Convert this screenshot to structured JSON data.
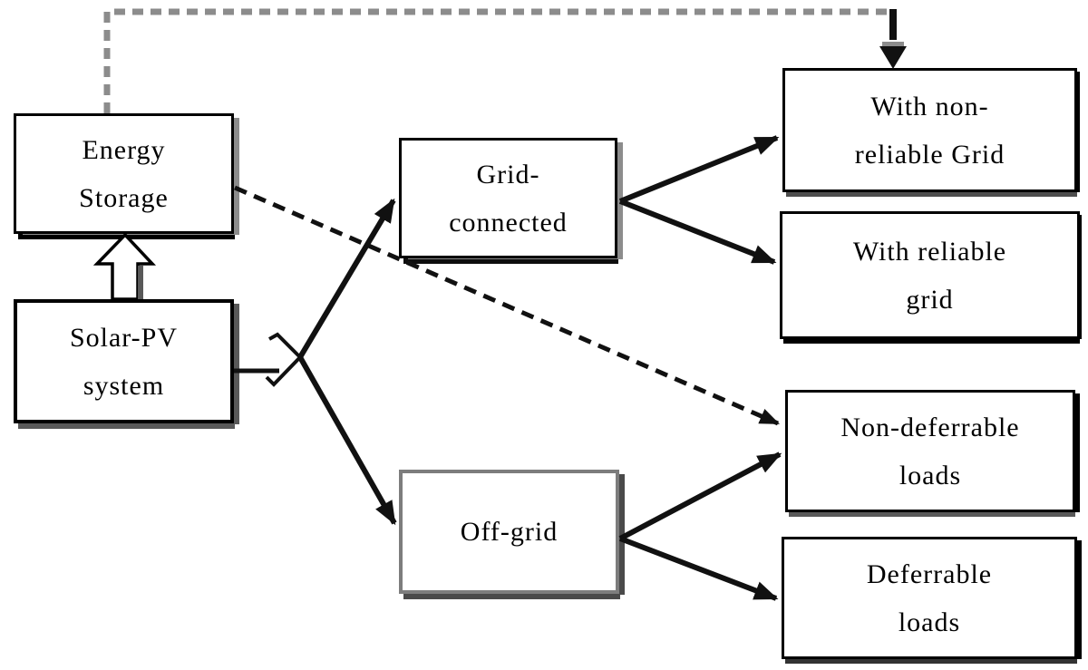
{
  "diagram": {
    "nodes": {
      "energy_storage": "Energy\nStorage",
      "solar_pv": "Solar-PV\nsystem",
      "grid_connected": "Grid-\nconnected",
      "off_grid": "Off-grid",
      "with_non_reliable_grid": "With non-\nreliable Grid",
      "with_reliable_grid": "With reliable\ngrid",
      "non_deferrable_loads": "Non-deferrable\nloads",
      "deferrable_loads": "Deferrable\nloads"
    },
    "edges": [
      {
        "from": "solar_pv",
        "to": "energy_storage",
        "style": "hollow-block-arrow"
      },
      {
        "from": "energy_storage",
        "to": "with_non_reliable_grid",
        "style": "dashed-gray-elbow-over-top"
      },
      {
        "from": "energy_storage",
        "to": "non_deferrable_loads",
        "style": "dashed-black-diagonal"
      },
      {
        "from": "solar_pv",
        "to": "grid_connected",
        "style": "solid-arrow"
      },
      {
        "from": "solar_pv",
        "to": "off_grid",
        "style": "solid-arrow"
      },
      {
        "from": "grid_connected",
        "to": "with_non_reliable_grid",
        "style": "solid-arrow"
      },
      {
        "from": "grid_connected",
        "to": "with_reliable_grid",
        "style": "solid-arrow"
      },
      {
        "from": "off_grid",
        "to": "non_deferrable_loads",
        "style": "solid-arrow"
      },
      {
        "from": "off_grid",
        "to": "deferrable_loads",
        "style": "solid-arrow"
      }
    ],
    "colors": {
      "background": "#ffffff",
      "box_fill": "#ffffff",
      "box_border_black": "#000000",
      "box_border_gray": "#7d7d7d",
      "shadow_gray": "#8c8c8c",
      "line_black": "#111111",
      "dashed_gray": "#8c8c8c",
      "text": "#000000"
    }
  }
}
